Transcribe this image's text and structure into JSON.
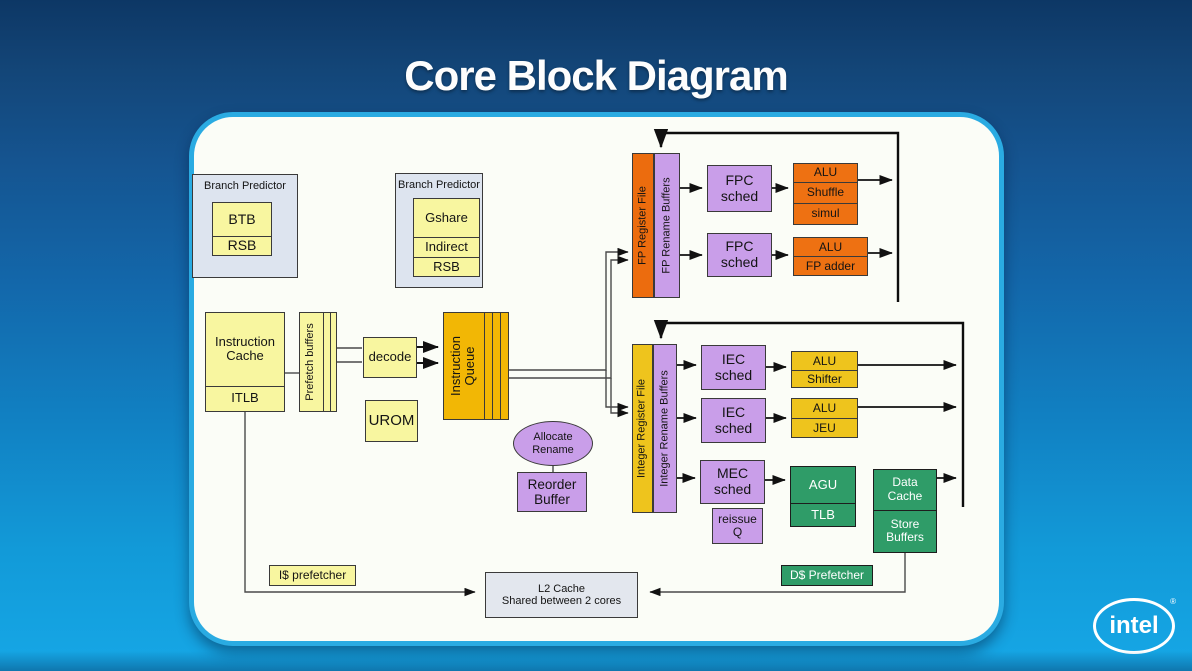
{
  "slide": {
    "title": "Core Block Diagram",
    "logo_text": "intel",
    "logo_reg": "®"
  },
  "diagram": {
    "branch_predictor_left": {
      "title": "Branch Predictor",
      "items": [
        "BTB",
        "RSB"
      ]
    },
    "branch_predictor_right": {
      "title": "Branch Predictor",
      "items": [
        "Gshare",
        "Indirect",
        "RSB"
      ]
    },
    "front_end": {
      "instruction_cache": "Instruction Cache",
      "itlb": "ITLB",
      "prefetch_buffers": "Prefetch buffers",
      "decode": "decode",
      "urom": "UROM",
      "instruction_queue": "Instruction Queue",
      "allocate_rename": "Allocate Rename",
      "reorder_buffer": "Reorder Buffer"
    },
    "fp_cluster": {
      "register_file": "FP Register File",
      "rename_buffers": "FP Rename Buffers",
      "sched": [
        "FPC sched",
        "FPC sched"
      ],
      "alu_shuffle": [
        "ALU",
        "Shuffle",
        "simul"
      ],
      "alu_fp_adder": [
        "ALU",
        "FP adder"
      ]
    },
    "int_cluster": {
      "register_file": "Integer Register File",
      "rename_buffers": "Integer Rename Buffers",
      "sched": [
        "IEC sched",
        "IEC sched",
        "MEC sched"
      ],
      "alu_shifter": [
        "ALU",
        "Shifter"
      ],
      "alu_jeu": [
        "ALU",
        "JEU"
      ],
      "reissue_q": "reissue Q",
      "agu_tlb": [
        "AGU",
        "TLB"
      ],
      "data_cache": [
        "Data Cache",
        "Store Buffers"
      ]
    },
    "memory": {
      "i_prefetcher": "I$ prefetcher",
      "d_prefetcher": "D$ Prefetcher",
      "l2_cache_line1": "L2 Cache",
      "l2_cache_line2": "Shared between 2 cores"
    }
  },
  "colors": {
    "background_top": "#0d3765",
    "background_bottom": "#16a7e6",
    "panel_border": "#2aabe2",
    "panel_fill": "#fbfdf7",
    "yellow": "#f8f6a0",
    "orange_queue": "#f2b705",
    "orange_fp": "#ec6c0e",
    "orange_alu": "#ee7112",
    "gold": "#eec41d",
    "purple": "#c99ee9",
    "green": "#2f9c68",
    "predictor_fill": "#dde4ef",
    "l2_fill": "#e3e7ee"
  }
}
